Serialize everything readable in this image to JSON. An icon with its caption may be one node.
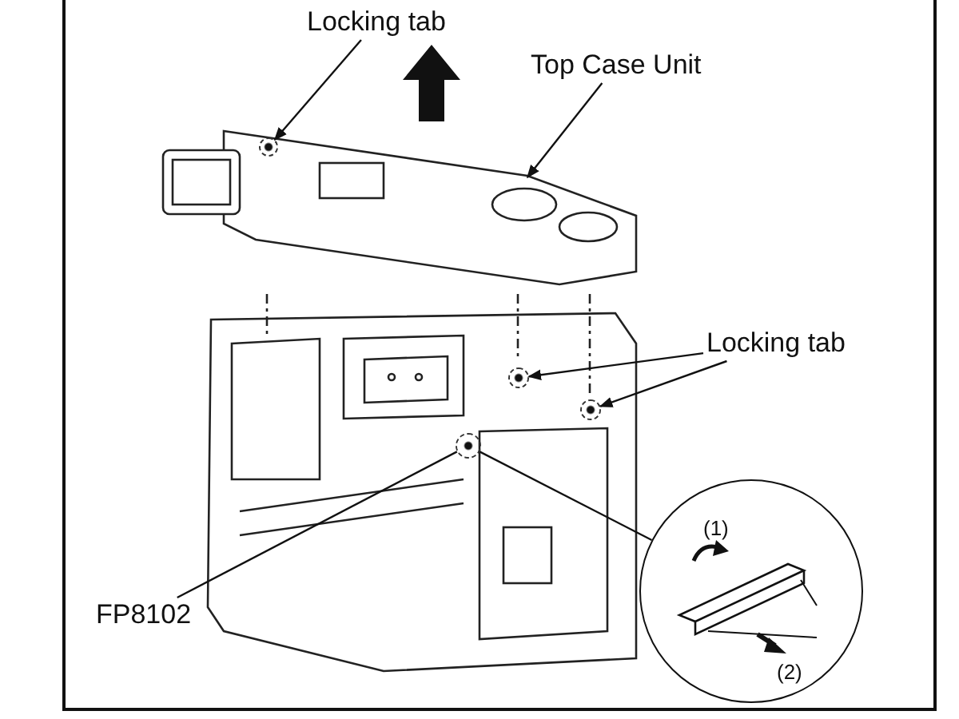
{
  "diagram": {
    "nodes": [
      {
        "text": [
          "Locking tab"
        ]
      },
      {
        "text": [],
        "shape": "picture"
      },
      {
        "text": [],
        "shape": "circle",
        "in": 1
      },
      {
        "text": [
          "Top Case Unit"
        ]
      },
      {
        "text": [
          "Locking tab"
        ]
      },
      {
        "text": [],
        "shape": "circle"
      },
      {
        "text": [],
        "shape": "circle"
      },
      {
        "text": [
          "FP8102"
        ]
      },
      {
        "text": [],
        "shape": "circle"
      },
      {
        "text": [],
        "shape": "circle"
      }
    ],
    "edges": [
      {
        "from": 0,
        "to": 2,
        "arrow": "to"
      },
      {
        "from": 3,
        "to": 1,
        "arrow": "to"
      },
      {
        "from": 4,
        "to": 5,
        "arrow": "to"
      },
      {
        "from": 4,
        "to": 6,
        "arrow": "to"
      },
      {
        "from": 7,
        "to": 8,
        "arrow": "none"
      },
      {
        "from": 8,
        "to": 9,
        "arrow": "none"
      }
    ],
    "labels": [
      "(1)",
      "(2)"
    ]
  }
}
